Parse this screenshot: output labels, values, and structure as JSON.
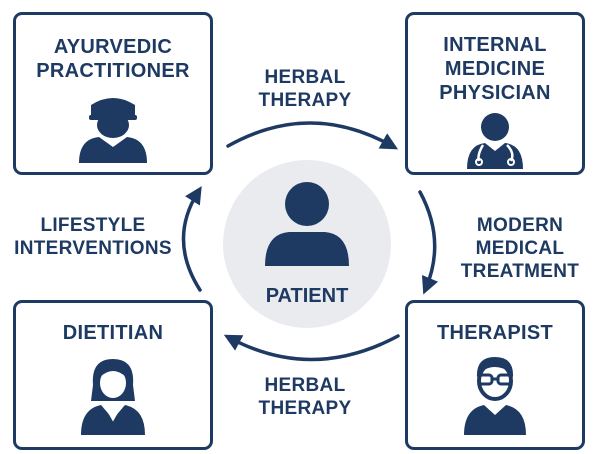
{
  "colors": {
    "navy": "#1e3a63",
    "circle_bg": "#e9ebee",
    "background": "#ffffff"
  },
  "roles": {
    "top_left": {
      "label": "AYURVEDIC\nPRACTITIONER",
      "icon": "doctor-cap-icon"
    },
    "top_right": {
      "label": "INTERNAL\nMEDICINE\nPHYSICIAN",
      "icon": "physician-stethoscope-icon"
    },
    "bottom_left": {
      "label": "DIETITIAN",
      "icon": "woman-professional-icon"
    },
    "bottom_right": {
      "label": "THERAPIST",
      "icon": "man-glasses-icon"
    }
  },
  "flows": {
    "top": "HERBAL\nTHERAPY",
    "right": "MODERN\nMEDICAL\nTREATMENT",
    "bottom": "HERBAL\nTHERAPY",
    "left": "LIFESTYLE\nINTERVENTIONS"
  },
  "center": {
    "label": "PATIENT",
    "icon": "person-icon"
  }
}
